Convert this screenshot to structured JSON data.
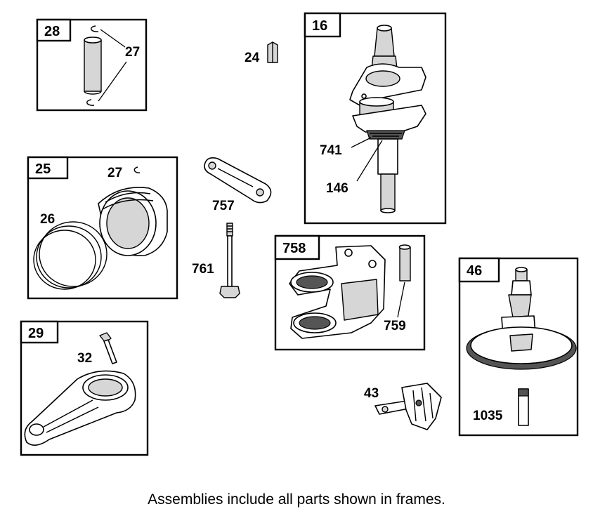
{
  "frames": {
    "f28": "28",
    "f16": "16",
    "f25": "25",
    "f758": "758",
    "f46": "46",
    "f29": "29"
  },
  "parts": {
    "p27a": "27",
    "p24": "24",
    "p741": "741",
    "p146": "146",
    "p27b": "27",
    "p26": "26",
    "p757": "757",
    "p761": "761",
    "p759": "759",
    "p32": "32",
    "p43": "43",
    "p1035": "1035"
  },
  "caption": "Assemblies include all parts shown in frames."
}
